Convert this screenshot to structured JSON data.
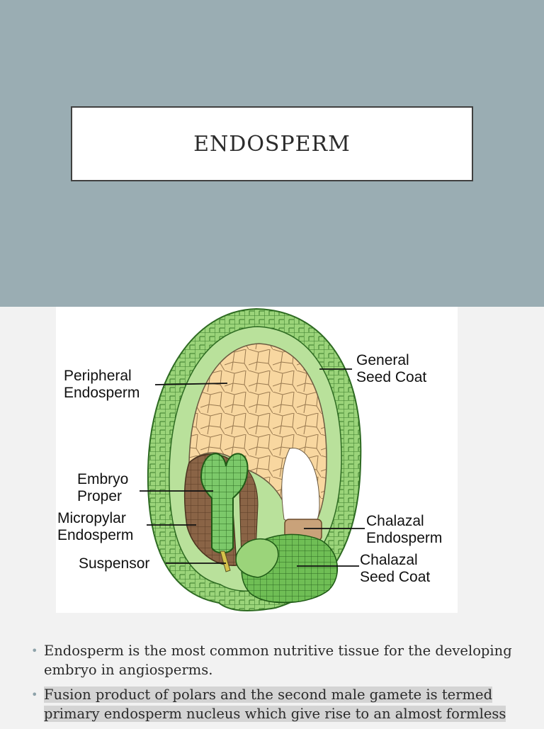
{
  "slide": {
    "title": "ENDOSPERM"
  },
  "figure": {
    "labels": {
      "peripheral_1": "Peripheral",
      "peripheral_2": "Endosperm",
      "general_1": "General",
      "general_2": "Seed Coat",
      "embryo_1": "Embryo",
      "embryo_2": "Proper",
      "micropylar_1": "Micropylar",
      "micropylar_2": "Endosperm",
      "suspensor": "Suspensor",
      "chalazal_endo_1": "Chalazal",
      "chalazal_endo_2": "Endosperm",
      "chalazal_coat_1": "Chalazal",
      "chalazal_coat_2": "Seed Coat"
    },
    "colors": {
      "seed_coat": "#8dcf6a",
      "endosperm": "#f8d7a0",
      "micropylar": "#8a6446",
      "embryo": "#7cc96a",
      "chalazal": "#c9a27a"
    }
  },
  "bullets": [
    {
      "text": "Endosperm is the most common nutritive tissue for the developing embryo in angiosperms."
    },
    {
      "text": "Fusion product of polars and the second male gamete is termed primary endosperm nucleus which give rise to an almost formless"
    }
  ]
}
